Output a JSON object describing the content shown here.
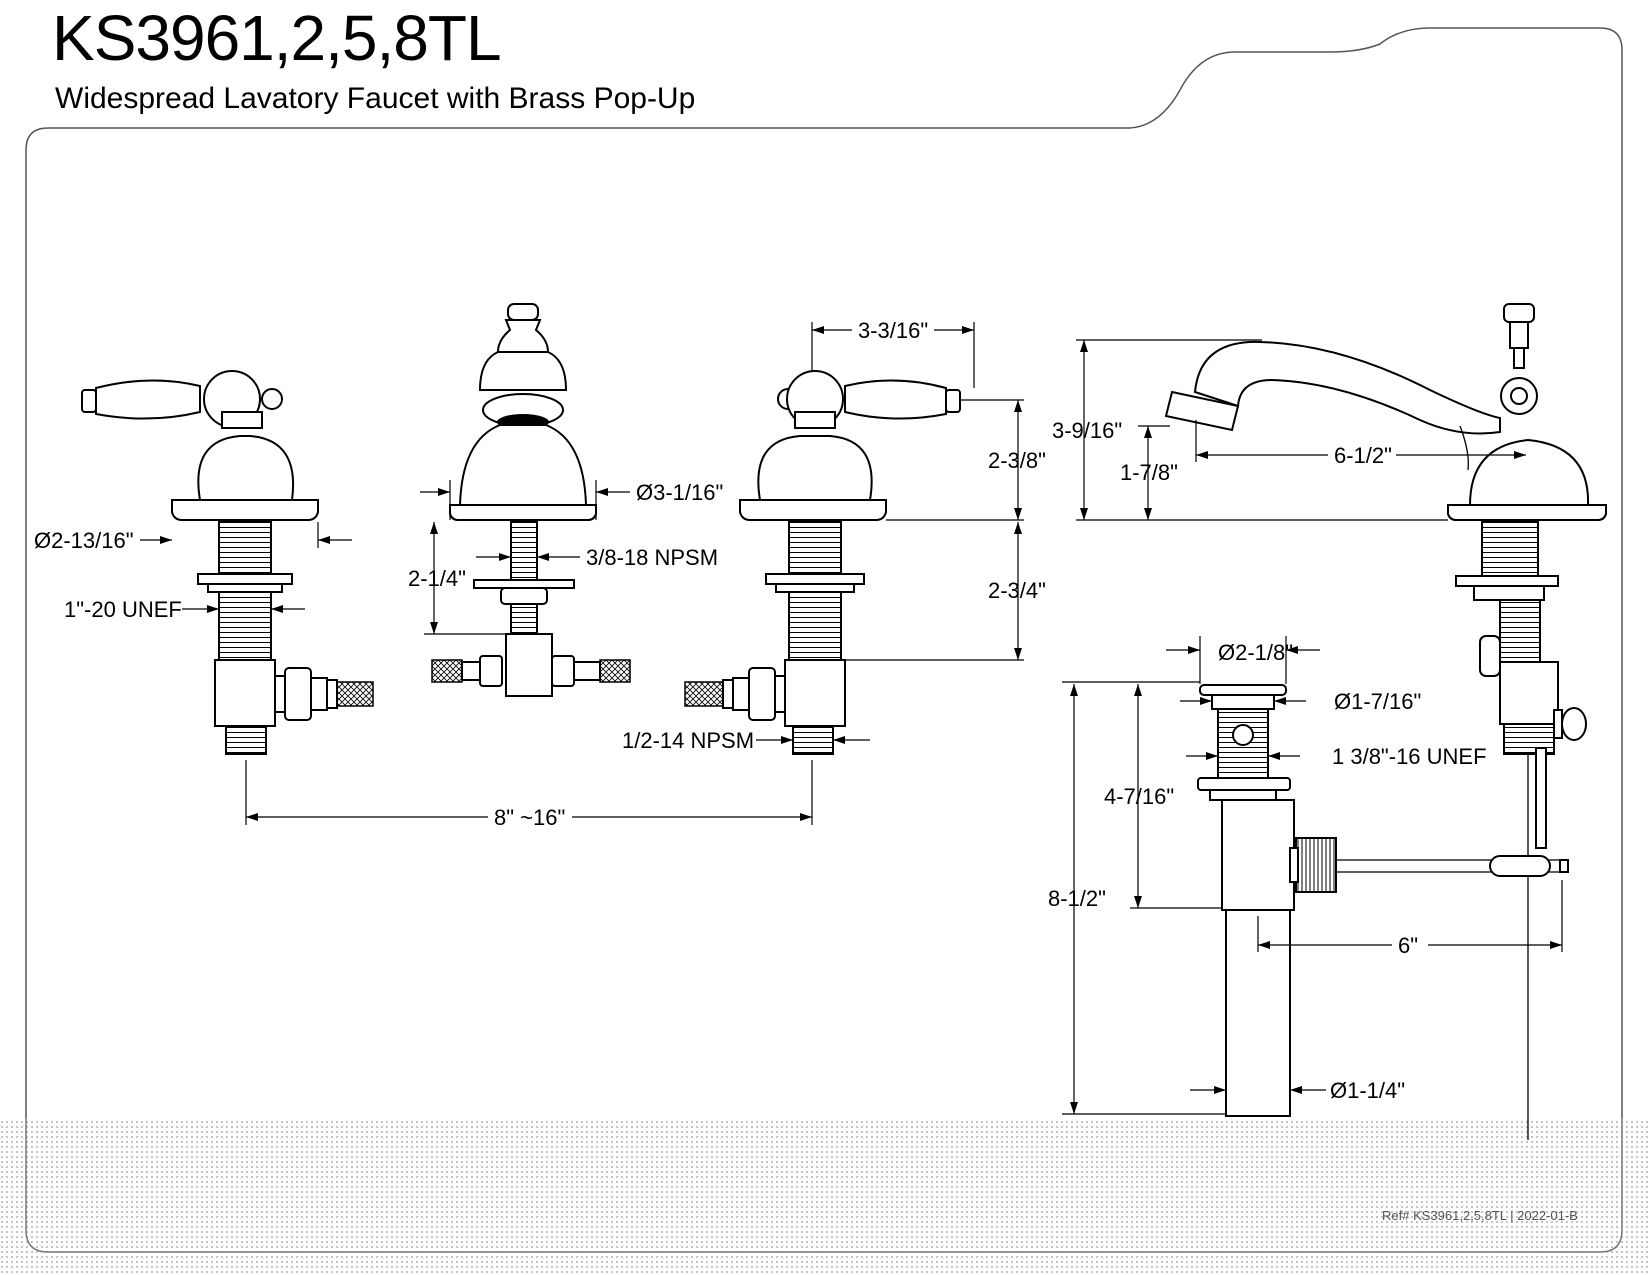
{
  "header": {
    "model": "KS3961,2,5,8TL",
    "description": "Widespread Lavatory Faucet with Brass Pop-Up"
  },
  "dimensions": {
    "handle_flange_dia": "Ø2-13/16\"",
    "thread_unef_1": "1\"-20 UNEF",
    "spout_flange_dia": "Ø3-1/16\"",
    "shank_height": "2-1/4\"",
    "npsm_3_8": "3/8-18 NPSM",
    "handle_width": "3-3/16\"",
    "handle_height": "2-3/8\"",
    "shank_length": "2-3/4\"",
    "npsm_1_2": "1/2-14 NPSM",
    "spread": "8\" ~16\"",
    "spout_height": "3-9/16\"",
    "aerator_height": "1-7/8\"",
    "spout_reach": "6-1/2\"",
    "drain_flange_dia": "Ø2-1/8\"",
    "drain_cap_dia": "Ø1-7/16\"",
    "drain_thread": "1 3/8\"-16 UNEF",
    "drain_body_height": "4-7/16\"",
    "drain_total_height": "8-1/2\"",
    "pivot_rod_offset": "6\"",
    "tailpiece_dia": "Ø1-1/4\""
  },
  "footer": {
    "reference": "Ref# KS3961,2,5,8TL | 2022-01-B"
  }
}
